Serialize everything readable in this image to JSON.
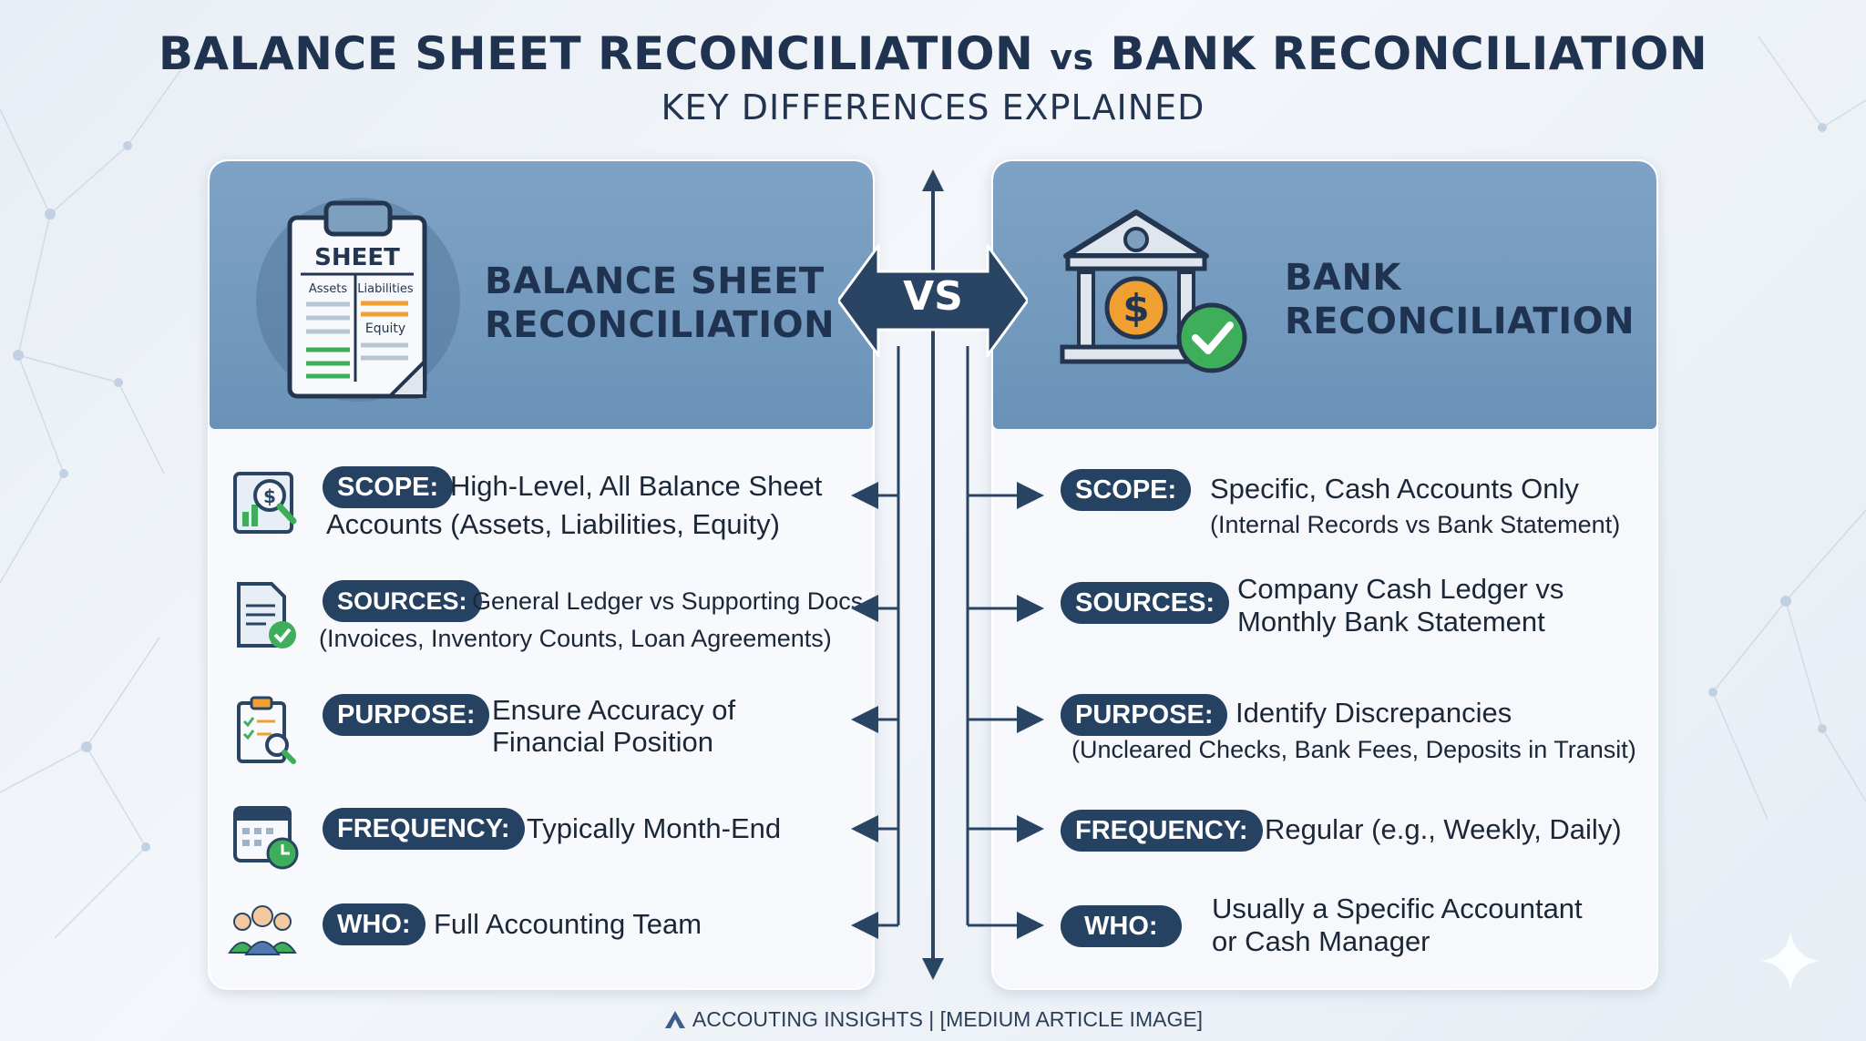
{
  "title": {
    "part1": "BALANCE SHEET RECONCILIATION",
    "vs": "vs",
    "part2": "BANK RECONCILIATION",
    "subtitle": "KEY DIFFERENCES EXPLAINED"
  },
  "center": {
    "vs_label": "VS"
  },
  "left_panel": {
    "title_line1": "BALANCE SHEET",
    "title_line2": "RECONCILIATION",
    "icon": {
      "name": "clipboard-sheet-icon",
      "sheet_label": "SHEET",
      "col1": "Assets",
      "col2": "Liabilities",
      "col3": "Equity"
    },
    "rows": [
      {
        "icon": "chart-magnifier-dollar-icon",
        "label": "SCOPE:",
        "line1": "High-Level, All Balance Sheet",
        "line2": "Accounts (Assets, Liabilities, Equity)"
      },
      {
        "icon": "document-check-icon",
        "label": "SOURCES:",
        "line1": "General Ledger vs Supporting Docs",
        "line2": "(Invoices, Inventory Counts, Loan Agreements)"
      },
      {
        "icon": "clipboard-checklist-icon",
        "label": "PURPOSE:",
        "line1": "Ensure Accuracy of",
        "line2": "Financial Position"
      },
      {
        "icon": "calendar-clock-icon",
        "label": "FREQUENCY:",
        "line1": "Typically Month-End"
      },
      {
        "icon": "team-people-icon",
        "label": "WHO:",
        "line1": "Full Accounting Team"
      }
    ]
  },
  "right_panel": {
    "title_line1": "BANK",
    "title_line2": "RECONCILIATION",
    "icon": {
      "name": "bank-dollar-check-icon"
    },
    "rows": [
      {
        "label": "SCOPE:",
        "line1": "Specific, Cash Accounts Only",
        "line2": "(Internal Records vs Bank Statement)"
      },
      {
        "label": "SOURCES:",
        "line1": "Company Cash Ledger vs",
        "line2": "Monthly Bank Statement"
      },
      {
        "label": "PURPOSE:",
        "line1": "Identify Discrepancies",
        "line2": "(Uncleared Checks, Bank Fees, Deposits in Transit)"
      },
      {
        "label": "FREQUENCY:",
        "line1": "Regular (e.g., Weekly, Daily)"
      },
      {
        "label": "WHO:",
        "line1": "Usually a Specific Accountant",
        "line2": "or Cash Manager"
      }
    ]
  },
  "footer": {
    "text": "ACCOUTING INSIGHTS | [MEDIUM ARTICLE IMAGE]"
  },
  "colors": {
    "navy": "#264263",
    "header_blue": "#7fa3c6",
    "title": "#1f3350",
    "green": "#3fae5a",
    "orange": "#f0a030"
  }
}
